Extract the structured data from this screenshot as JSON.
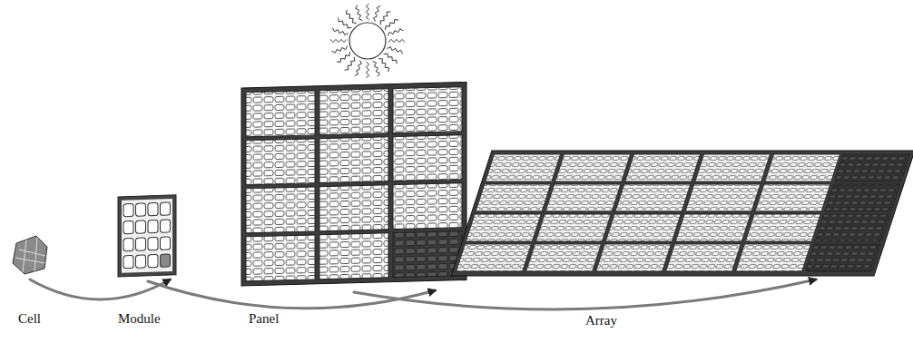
{
  "diagram": {
    "nodes": [
      {
        "text": [
          "Cell"
        ]
      },
      {
        "text": [
          "Module"
        ]
      },
      {
        "text": [
          "Panel"
        ]
      },
      {
        "text": [
          "Array"
        ]
      }
    ],
    "edges": [
      {
        "from": 0,
        "to": 1,
        "arrow": "to"
      },
      {
        "from": 1,
        "to": 2,
        "arrow": "to"
      },
      {
        "from": 2,
        "to": 3,
        "arrow": "to"
      }
    ]
  }
}
